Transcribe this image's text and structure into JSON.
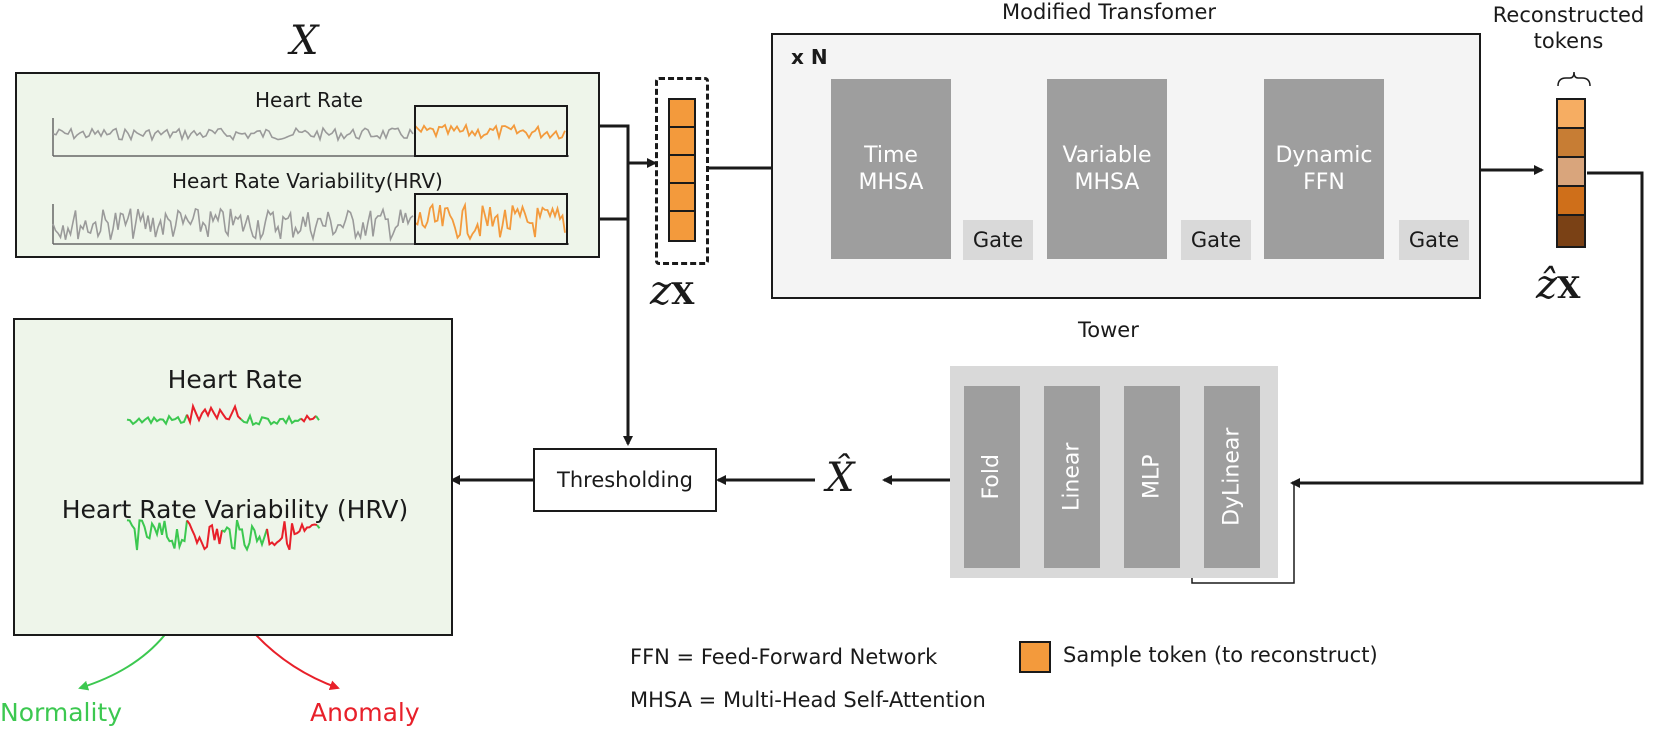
{
  "input": {
    "symbol": "X",
    "signals": [
      {
        "label": "Heart Rate"
      },
      {
        "label": "Heart Rate Variability(HRV)"
      }
    ]
  },
  "tokens": {
    "input_symbol": "z",
    "input_subscript": "X",
    "input_count": 5,
    "output_symbol": "ẑ",
    "output_subscript": "X",
    "output_title": "Reconstructed tokens",
    "output_colors": [
      "#f6ad62",
      "#c77d34",
      "#d9a57c",
      "#cf6f1a",
      "#7a4115"
    ]
  },
  "transformer": {
    "title": "Modified Transfomer",
    "repeat": "x N",
    "blocks": [
      {
        "label": "Time MHSA"
      },
      {
        "label": "Variable MHSA"
      },
      {
        "label": "Dynamic FFN"
      }
    ],
    "gate_label": "Gate"
  },
  "tower": {
    "title": "Tower",
    "layers": [
      {
        "label": "Fold"
      },
      {
        "label": "Linear"
      },
      {
        "label": "MLP"
      },
      {
        "label": "DyLinear"
      }
    ]
  },
  "reconstruction_symbol": "X̂",
  "thresholding_label": "Thresholding",
  "output": {
    "signals": [
      {
        "label": "Heart Rate"
      },
      {
        "label": "Heart Rate Variability (HRV)"
      }
    ],
    "normality_label": "Normality",
    "anomaly_label": "Anomaly"
  },
  "legend": {
    "ffn": "FFN = Feed-Forward Network",
    "mhsa": "MHSA = Multi-Head Self-Attention",
    "sample_token": "Sample token (to reconstruct)"
  },
  "colors": {
    "sample_token": "#f39a3c",
    "history_signal": "#9a9a9a",
    "normal": "#3cc850",
    "anomaly": "#e8202a",
    "block": "#9e9e9e",
    "panel": "#eef5ea"
  }
}
